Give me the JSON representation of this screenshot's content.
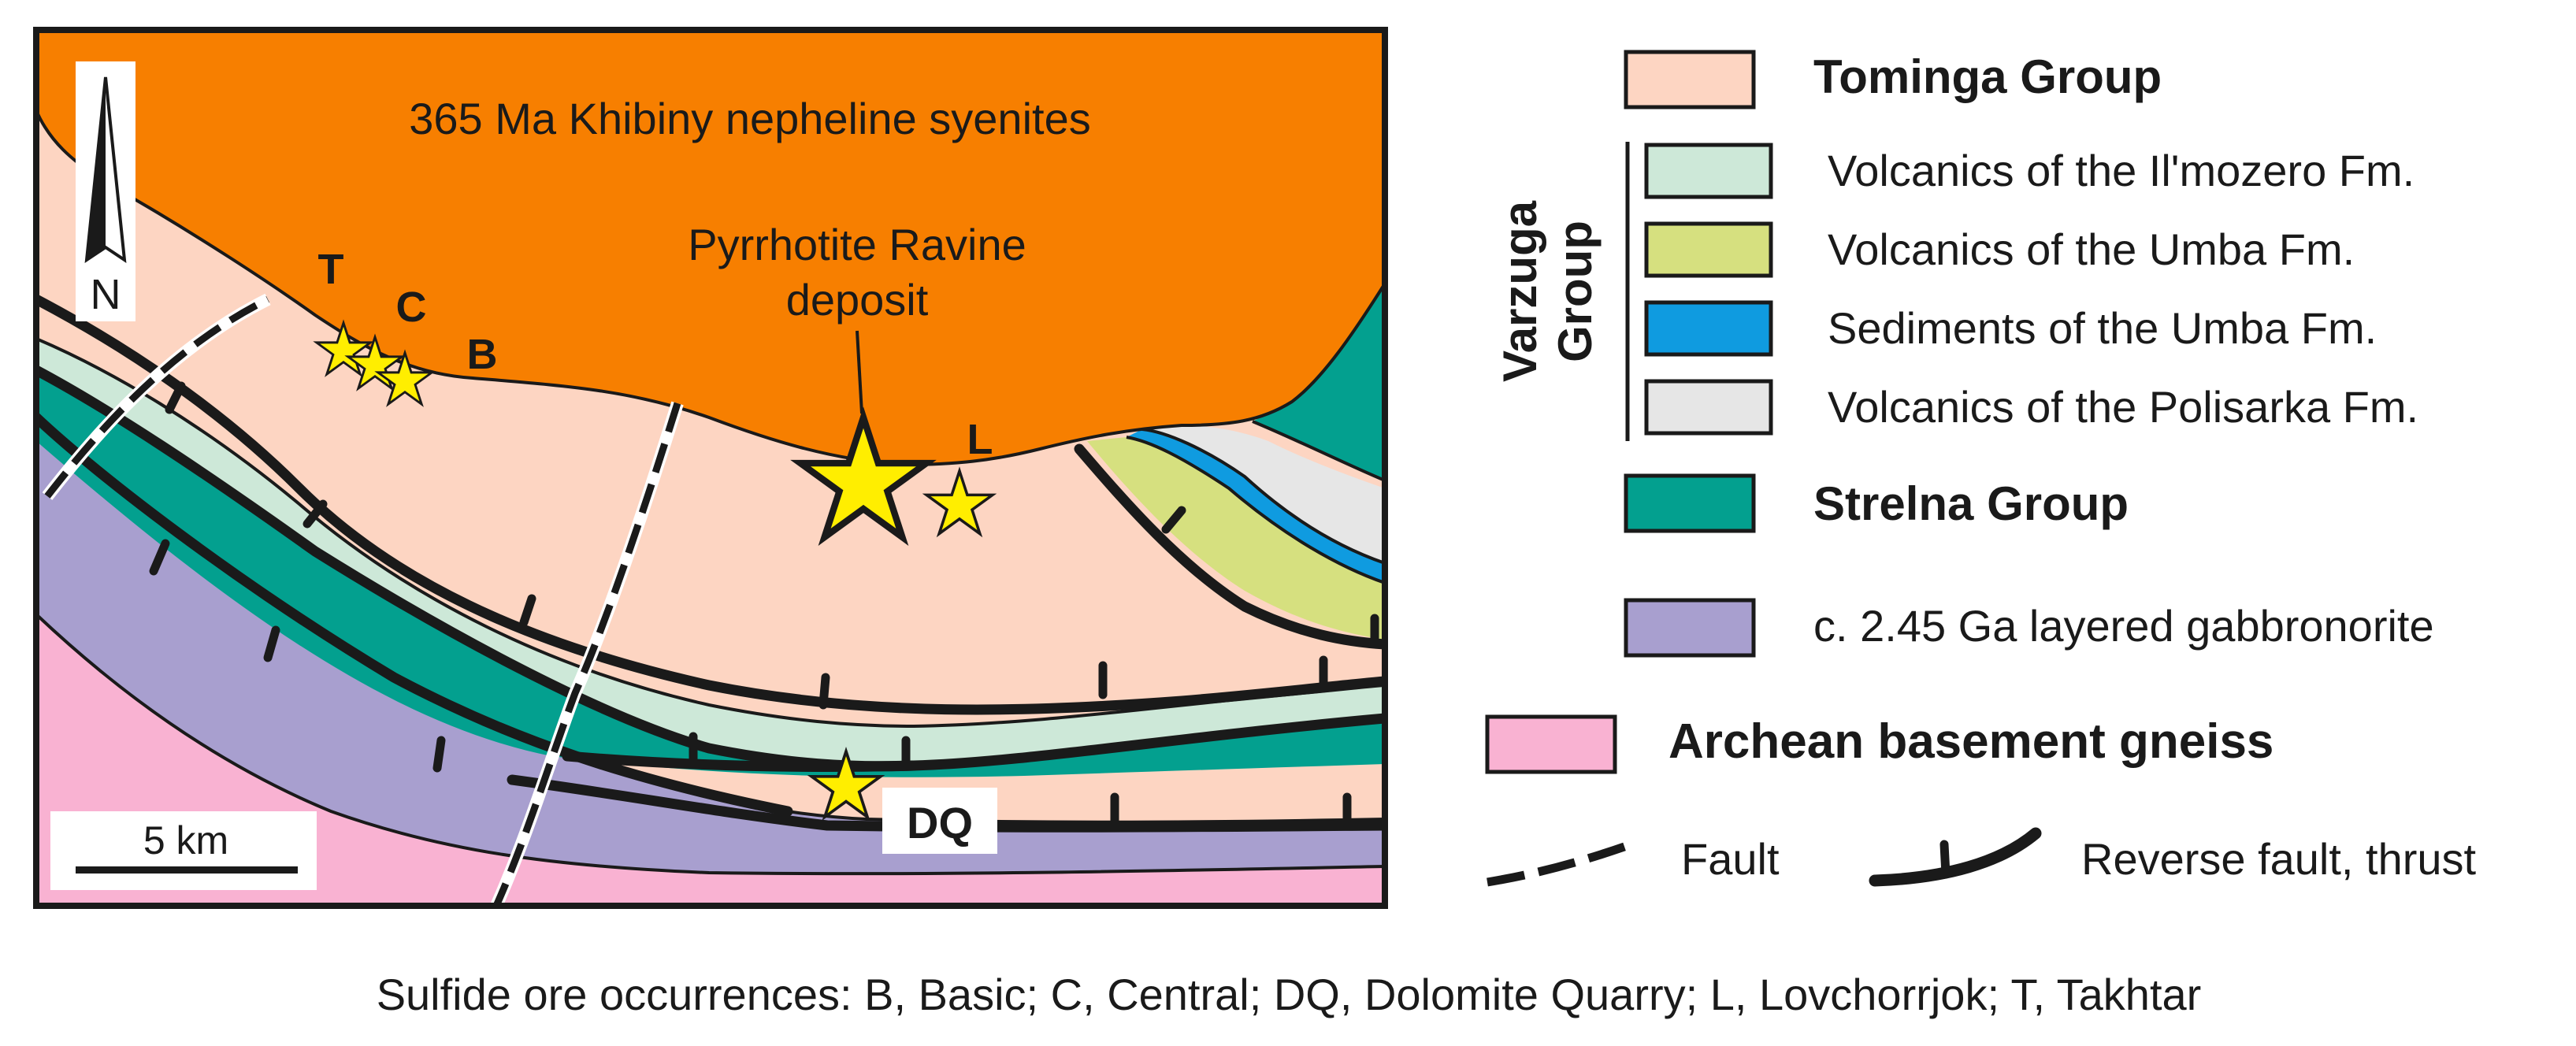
{
  "map": {
    "title_unit": "365 Ma Khibiny nepheline syenites",
    "deposit_label_1": "Pyrrhotite Ravine",
    "deposit_label_2": "deposit",
    "north_label": "N",
    "scale_label": "5 km",
    "occurrences": [
      {
        "code": "T"
      },
      {
        "code": "C"
      },
      {
        "code": "B"
      },
      {
        "code": "L"
      },
      {
        "code": "DQ"
      }
    ]
  },
  "legend": {
    "tominga": {
      "label": "Tominga Group",
      "color": "#fdd5c2"
    },
    "varzuga_line1": "Varzuga",
    "varzuga_line2": "Group",
    "varzuga_items": [
      {
        "label": "Volcanics of the Il'mozero Fm.",
        "color": "#cde8d8"
      },
      {
        "label": "Volcanics of the Umba Fm.",
        "color": "#d6e07f"
      },
      {
        "label": "Sediments of the Umba Fm.",
        "color": "#0f9be0"
      },
      {
        "label": "Volcanics of the Polisarka Fm.",
        "color": "#e6e6e6"
      }
    ],
    "strelna": {
      "label": "Strelna Group",
      "color": "#03a08f"
    },
    "gabbronorite": {
      "label": "c. 2.45 Ga layered gabbronorite",
      "color": "#a89fcf"
    },
    "archean": {
      "label": "Archean basement gneiss",
      "color": "#f9b2d2"
    },
    "fault_label": "Fault",
    "thrust_label": "Reverse fault, thrust"
  },
  "caption": "Sulfide ore occurrences: B, Basic; C, Central; DQ, Dolomite Quarry; L, Lovchorrjok; T, Takhtar",
  "colors": {
    "syenite": "#f77f00",
    "star_fill": "#ffee00",
    "line": "#1a1a1a"
  }
}
